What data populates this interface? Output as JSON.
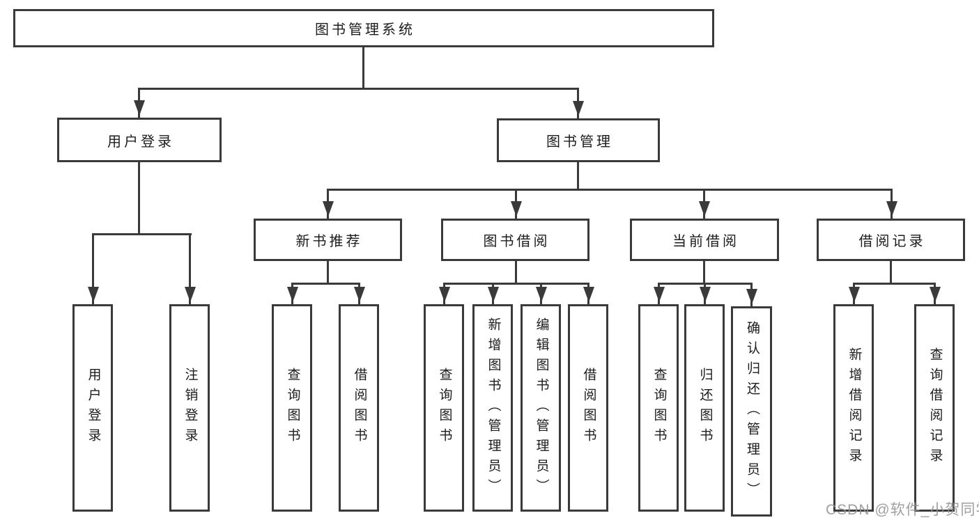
{
  "diagram_type": "hierarchy-tree",
  "colors": {
    "background": "#ffffff",
    "line": "#3a3a3a",
    "box_border": "#3a3a3a",
    "text": "#1c1c1c",
    "watermark": "#949292"
  },
  "watermark": {
    "text": "CSDN @软件_小贺同学"
  },
  "tree": {
    "label": "图书管理系统",
    "children": [
      {
        "label": "用户登录",
        "children": [
          {
            "label": "用户登录"
          },
          {
            "label": "注销登录"
          }
        ]
      },
      {
        "label": "图书管理",
        "children": [
          {
            "label": "新书推荐",
            "children": [
              {
                "label": "查询图书"
              },
              {
                "label": "借阅图书"
              }
            ]
          },
          {
            "label": "图书借阅",
            "children": [
              {
                "label": "查询图书"
              },
              {
                "label": "新增图书（管理员）"
              },
              {
                "label": "编辑图书（管理员）"
              },
              {
                "label": "借阅图书"
              }
            ]
          },
          {
            "label": "当前借阅",
            "children": [
              {
                "label": "查询图书"
              },
              {
                "label": "归还图书"
              },
              {
                "label": "确认归还（管理员）"
              }
            ]
          },
          {
            "label": "借阅记录",
            "children": [
              {
                "label": "新增借阅记录"
              },
              {
                "label": "查询借阅记录"
              }
            ]
          }
        ]
      }
    ]
  }
}
